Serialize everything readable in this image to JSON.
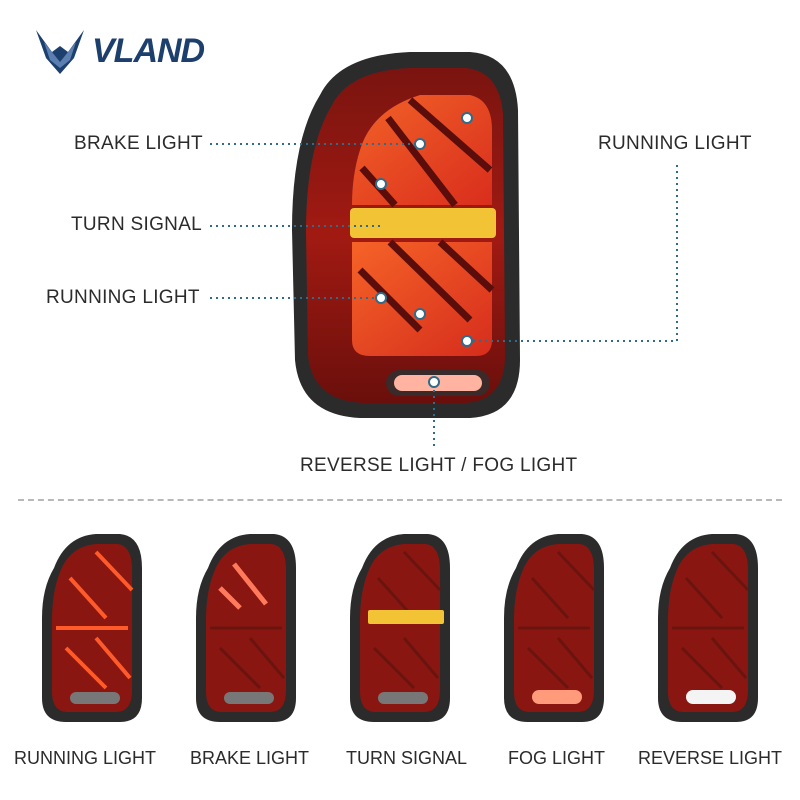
{
  "brand": {
    "name": "VLAND",
    "colors": {
      "navy": "#1d3f6e",
      "red": "#d8281c",
      "amber": "#f2c335"
    }
  },
  "callouts": {
    "brake_light": "BRAKE LIGHT",
    "turn_signal": "TURN SIGNAL",
    "running_light_left": "RUNNING LIGHT",
    "running_light_right": "RUNNING LIGHT",
    "reverse_fog": "REVERSE LIGHT / FOG LIGHT"
  },
  "modes": [
    {
      "label": "RUNNING LIGHT"
    },
    {
      "label": "BRAKE LIGHT"
    },
    {
      "label": "TURN SIGNAL"
    },
    {
      "label": "FOG LIGHT"
    },
    {
      "label": "REVERSE LIGHT"
    }
  ]
}
